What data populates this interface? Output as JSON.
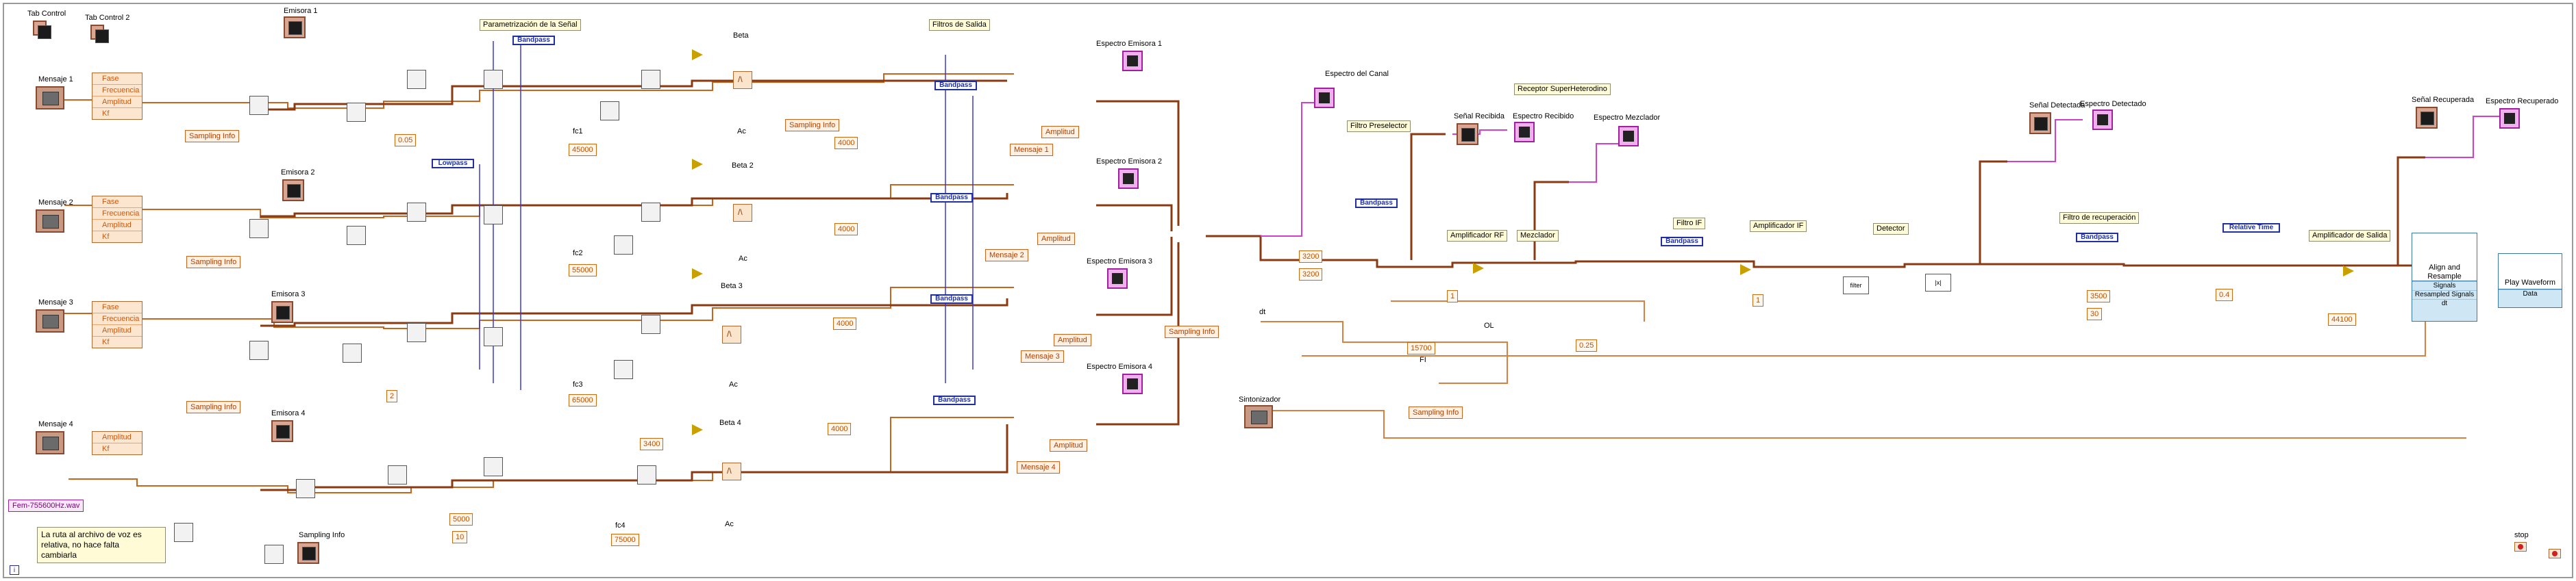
{
  "tabs": {
    "tab1": "Tab Control",
    "tab2": "Tab Control 2"
  },
  "sections": {
    "param": "Parametrización de la Señal",
    "filters": "Filtros de Salida",
    "receiver": "Receptor SuperHeterodino",
    "preselector": "Filtro Preselector",
    "amp_rf": "Amplificador RF",
    "mixer": "Mezclador",
    "filter_if": "Filtro IF",
    "amp_if": "Amplificador IF",
    "detector": "Detector",
    "recovery_filter": "Filtro de recuperación",
    "output_amp": "Amplificador de Salida"
  },
  "messages": [
    "Mensaje 1",
    "Mensaje 2",
    "Mensaje 3",
    "Mensaje 4"
  ],
  "emitters": [
    "Emisora 1",
    "Emisora 2",
    "Emisora 3",
    "Emisora 4"
  ],
  "bundle_fields": [
    "Fase",
    "Frecuencia",
    "Amplitud",
    "Kf"
  ],
  "bundle4_fields": [
    "Amplitud",
    "Kf"
  ],
  "betas": [
    "Beta",
    "Beta 2",
    "Beta 3",
    "Beta 4"
  ],
  "spectra": [
    "Espectro Emisora 1",
    "Espectro Emisora 2",
    "Espectro Emisora 3",
    "Espectro Emisora 4"
  ],
  "filter_types": {
    "bandpass": "Bandpass",
    "lowpass": "Lowpass"
  },
  "sampling": "Sampling Info",
  "message_refs": [
    "Mensaje 1",
    "Mensaje 2",
    "Mensaje 3",
    "Mensaje 4"
  ],
  "amplitud": "Amplitud",
  "fc_labels": [
    "fc1",
    "fc2",
    "fc3",
    "fc4"
  ],
  "constants": {
    "c_005": "0.05",
    "c_45000": "45000",
    "c_55000": "55000",
    "c_65000": "65000",
    "c_75000": "75000",
    "c_4000": "4000",
    "c_3400": "3400",
    "c_5000": "5000",
    "c_10": "10",
    "c_2": "2",
    "c_3200": "3200",
    "c_3200b": "3200",
    "c_1": "1",
    "c_15700": "15700",
    "c_025": "0.25",
    "c_1b": "1",
    "c_3500": "3500",
    "c_30": "30",
    "c_04": "0.4",
    "c_44100": "44100"
  },
  "ac": "Ac",
  "wav_file": "Fem-755600Hz.wav",
  "note": "La ruta al archivo de voz es\nrelativa, no hace falta\ncambiarla",
  "channel": {
    "spectrum_channel": "Espectro del Canal",
    "received_signal": "Señal Recibida",
    "received_spectrum": "Espectro Recibido",
    "mixer_spectrum": "Espectro Mezclador",
    "detected_signal": "Señal Detectada",
    "detected_spectrum": "Espectro Detectado",
    "recovered_signal": "Señal Recuperada",
    "recovered_spectrum": "Espectro Recuperado",
    "tuner": "Sintonizador",
    "dt": "dt",
    "relative_time": "Relative Time",
    "ol": "OL",
    "fi": "FI",
    "abs": "|x|",
    "filter": "filter"
  },
  "align": {
    "title": "Align and\nResample",
    "signals": "Signals",
    "resampled": "Resampled Signals",
    "dt": "dt"
  },
  "play": {
    "title": "Play Waveform",
    "data": "Data"
  },
  "stop": "stop",
  "sampling_info_label": "Sampling Info",
  "loop_index": "i"
}
